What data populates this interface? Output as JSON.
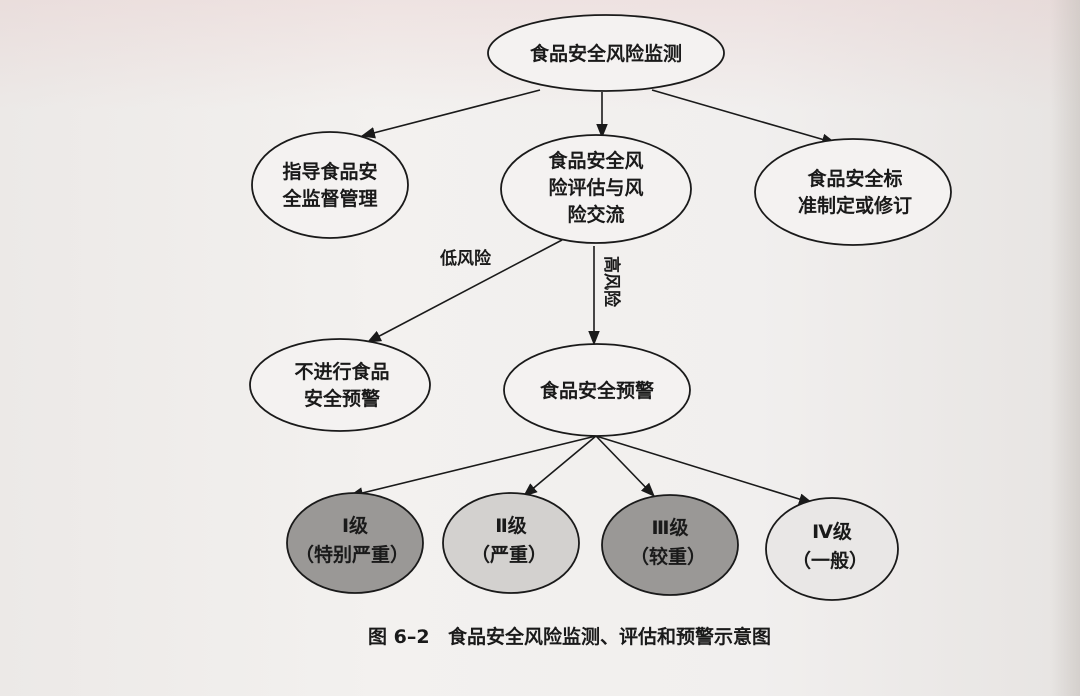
{
  "nodes": {
    "root": {
      "lines": [
        "食品安全风险监测"
      ],
      "fill": "#f4f2f1"
    },
    "guide": {
      "lines": [
        "指导食品安",
        "全监督管理"
      ],
      "fill": "#f4f2f1"
    },
    "assess": {
      "lines": [
        "食品安全风",
        "险评估与风",
        "险交流"
      ],
      "fill": "#f4f2f1"
    },
    "standard": {
      "lines": [
        "食品安全标",
        "准制定或修订"
      ],
      "fill": "#f4f2f1"
    },
    "no_warning": {
      "lines": [
        "不进行食品",
        "安全预警"
      ],
      "fill": "#f4f2f1"
    },
    "warning": {
      "lines": [
        "食品安全预警"
      ],
      "fill": "#f4f2f1"
    },
    "level1": {
      "lines": [
        "Ⅰ级",
        "（特别严重）"
      ],
      "fill": "#9a9896"
    },
    "level2": {
      "lines": [
        "Ⅱ级",
        "（严重）"
      ],
      "fill": "#d3d1cf"
    },
    "level3": {
      "lines": [
        "Ⅲ级",
        "（较重）"
      ],
      "fill": "#9a9896"
    },
    "level4": {
      "lines": [
        "Ⅳ级",
        "（一般）"
      ],
      "fill": "#e9e7e6"
    }
  },
  "edge_labels": {
    "low_risk": "低风险",
    "high_risk": "高风险"
  },
  "caption": {
    "figure_number": "图 6–2",
    "title": "食品安全风险监测、评估和预警示意图"
  },
  "colors": {
    "stroke": "#1a1a1a",
    "text": "#1a1a1a"
  }
}
